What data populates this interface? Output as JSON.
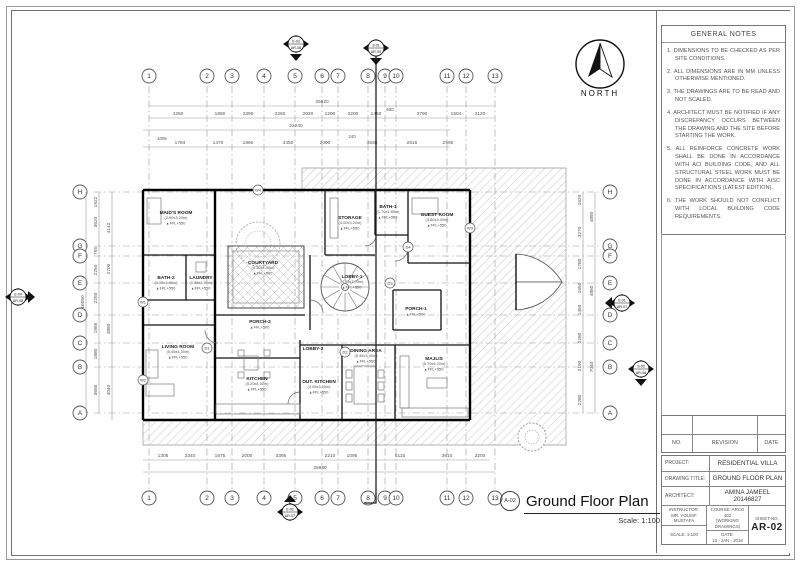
{
  "sheet": {
    "general_notes_title": "GENERAL NOTES",
    "notes": [
      "1. DIMENSIONS TO BE CHECKED AS PER SITE CONDITIONS.",
      "2. ALL DIMENSIONS ARE IN MM UNLESS OTHERWISE MENTIONED.",
      "3. THE DRAWINGS ARE TO BE READ AND NOT SCALED.",
      "4. ARCHITECT MUST BE NOTIFIED IF ANY DISCREPANCY OCCURS BETWEEN THE DRAWING AND THE SITE BEFORE STARTING THE WORK.",
      "5. ALL REINFORCE CONCRETE WORK SHALL BE DONE IN ACCORDANCE WITH ACI BUILDING CODE, AND ALL STRUCTURAL STEEL WORK MUST BE DONE IN ACCORDANCE WITH AISC SPECIFICATIONS (LATEST EDITION).",
      "6. THE WORK SHOULD NOT CONFLICT WITH LOCAL BUILDING CODE REQUIREMENTS."
    ],
    "title_block": {
      "revision_header": {
        "no": "NO.",
        "revision": "REVISION",
        "date": "DATE"
      },
      "project_label": "PROJECT:",
      "project_value": "RESIDENTIAL VILLA",
      "drawing_title_label": "DRAWING TITLE:",
      "drawing_title_value": "GROUND FLOOR PLAN",
      "architect_label": "ARCHITECT:",
      "architect_value": "AMINA JAMEEL",
      "architect_id": "20146827",
      "instructor_label": "INSTRUCTOR:",
      "instructor_value": "MR. YOUSIF MUSTAFA",
      "course_label": "COURSE: ARCG 402",
      "course_value": "(WORKING DRAWINGS)",
      "scale_label": "SCALE: 1:100",
      "date_label": "DATE:",
      "date_value": "10 - JAN - 2018",
      "sheet_label": "SHEET NO.",
      "sheet_value": "AR-02"
    },
    "north_label": "NORTH"
  },
  "plan": {
    "title_ref": "A-02",
    "title": "Ground Floor Plan",
    "scale": "Scale: 1:100",
    "grid_cols": [
      "1",
      "2",
      "3",
      "4",
      "5",
      "6",
      "7",
      "8",
      "9",
      "10",
      "11",
      "12",
      "13"
    ],
    "grid_rows": [
      "H",
      "G",
      "F",
      "E",
      "D",
      "C",
      "B",
      "A"
    ],
    "dims": {
      "top_overall": "25620",
      "top_row1": [
        "4250",
        "1880",
        "2390",
        "2260",
        "2020",
        "1200",
        "2200",
        "1450",
        "3790",
        "1504",
        "2120"
      ],
      "top_overall2": "22240",
      "top_row2": [
        "1784",
        "1470",
        "1860",
        "4450",
        "2000",
        "3830",
        "2815",
        "2995"
      ],
      "top_extra": [
        "600",
        "1005",
        "240"
      ],
      "bottom_row": [
        "1305",
        "3340",
        "1675",
        "2000",
        "3395",
        "2210",
        "1095",
        "5115",
        "3610",
        "2200"
      ],
      "bottom_overall": "25940",
      "left_overall": "16550",
      "left_col1": [
        "1922",
        "3620",
        "755",
        "2250",
        "2250",
        "1965",
        "1880",
        "3655"
      ],
      "left_col2": [
        "4142",
        "2700",
        "4890",
        "4040"
      ],
      "right_col1": [
        "1620",
        "3270",
        "1780",
        "1650",
        "1450",
        "2280",
        "2190",
        "2280"
      ],
      "right_col2": [
        "4890",
        "4860",
        "7040"
      ]
    },
    "rooms": [
      {
        "name": "MAID'S ROOM",
        "size": "(2.90x3.20m)",
        "ffl": "FFL+550"
      },
      {
        "name": "BATH-2",
        "size": "(1.95x1.90m)",
        "ffl": "FFL+550"
      },
      {
        "name": "LAUNDRY",
        "size": "(1.85x1.90m)",
        "ffl": "FFL+550"
      },
      {
        "name": "LIVING ROOM",
        "size": "(5.45x4.30m)",
        "ffl": "FFL+550"
      },
      {
        "name": "KITCHEN",
        "size": "(5.20x4.50m)",
        "ffl": "FFL+550"
      },
      {
        "name": "OUT. KITCHEN",
        "size": "(3.05x3.00m)",
        "ffl": "FFL+550"
      },
      {
        "name": "DINING AREA",
        "size": "(5.45x3.40m)",
        "ffl": "FFL+550"
      },
      {
        "name": "MAJLIS",
        "size": "(5.70x5.20m)",
        "ffl": "FFL+550"
      },
      {
        "name": "LOBBY-1",
        "size": "(4.50x7.00m)",
        "ffl": "FFL+550"
      },
      {
        "name": "LOBBY-2",
        "size": null,
        "ffl": null
      },
      {
        "name": "STORAGE",
        "size": "(4.00x3.20m)",
        "ffl": "FFL+550"
      },
      {
        "name": "BATH-1",
        "size": "(1.70x1.80m)",
        "ffl": "FFL+550"
      },
      {
        "name": "GUEST ROOM",
        "size": "(3.80x3.40m)",
        "ffl": "FFL+550"
      },
      {
        "name": "COURTYARD",
        "size": "(4.30x4.40m)",
        "ffl": "FFL+500"
      },
      {
        "name": "PORCH-2",
        "size": null,
        "ffl": "FFL+500"
      },
      {
        "name": "PORCH-1",
        "size": null,
        "ffl": "FFL+500"
      }
    ],
    "markers": [
      {
        "lines": [
          "E-03",
          "AR-08"
        ]
      },
      {
        "lines": [
          "S-01",
          "AR-09"
        ]
      },
      {
        "lines": [
          "E-02",
          "AR-07"
        ]
      },
      {
        "lines": [
          "E-04",
          "AR-08"
        ]
      },
      {
        "lines": [
          "E-01",
          "AR-07"
        ]
      },
      {
        "lines": [
          "S-02",
          "AR-08"
        ]
      }
    ],
    "tags": [
      "D1",
      "D2",
      "D3",
      "D4",
      "W1",
      "W2",
      "W3",
      "W4"
    ]
  }
}
